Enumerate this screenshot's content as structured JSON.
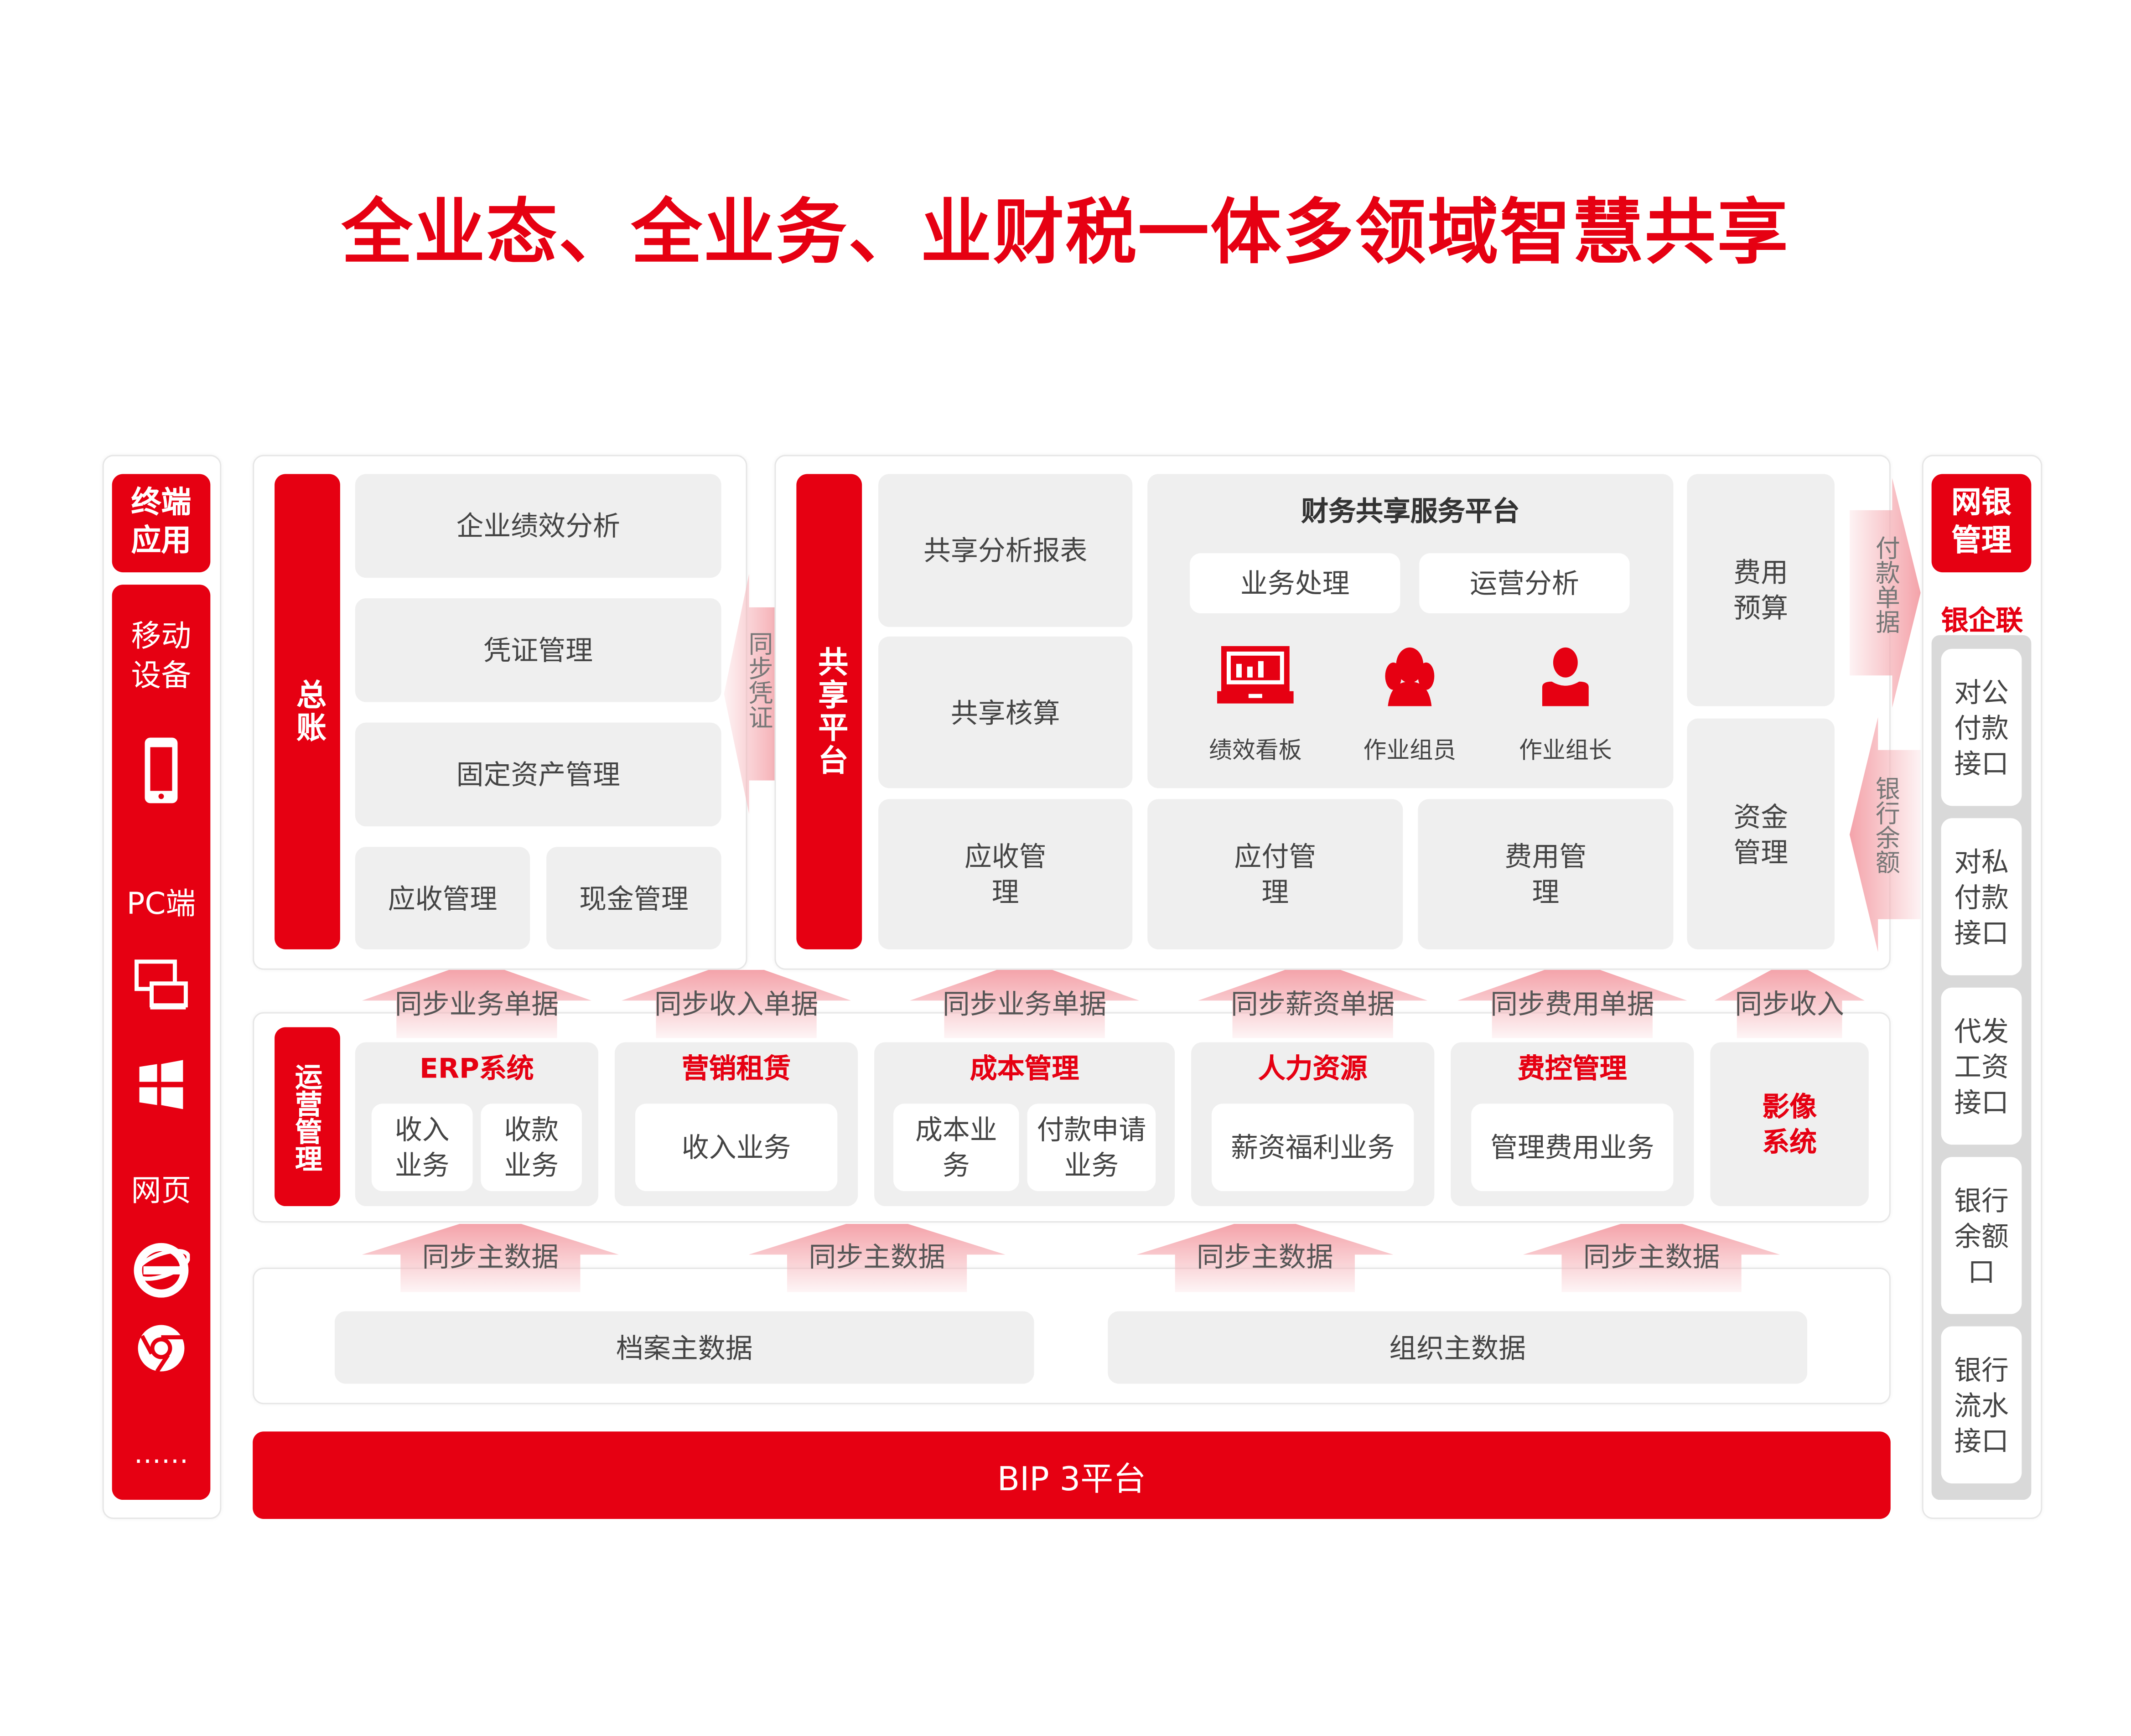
{
  "title": "全业态、全业务、业财税一体多领域智慧共享",
  "terminal": {
    "header": "终端应用",
    "items": [
      {
        "label": "移动设备",
        "icon": "smartphone-icon"
      },
      {
        "label": "PC端",
        "icon": "desktop-icon"
      },
      {
        "label": "网页",
        "icon": "ie-browser-icon"
      }
    ],
    "more": "……"
  },
  "ledger": {
    "label": "总账",
    "items": [
      "企业绩效分析",
      "凭证管理",
      "固定资产管理",
      "应收管理",
      "现金管理"
    ],
    "sync_arrow": "同步凭证"
  },
  "shared": {
    "label": "共享平台",
    "col1": [
      "共享分析报表",
      "共享核算",
      "应收管理"
    ],
    "platform": {
      "title": "财务共享服务平台",
      "tabs": [
        "业务处理",
        "运营分析"
      ],
      "roles": [
        "绩效看板",
        "作业组员",
        "作业组长"
      ]
    },
    "bottom": [
      "应付管理",
      "费用管理"
    ],
    "right": [
      "费用预算",
      "资金管理"
    ],
    "arrow_out": "付款单据",
    "arrow_in": "银行余额"
  },
  "bank": {
    "header": "网银管理",
    "subheader": "银企联",
    "items": [
      "对公付款接口",
      "对私付款接口",
      "代发工资接口",
      "银行余额口",
      "银行流水接口"
    ]
  },
  "ops": {
    "label": "运营管理",
    "sync": [
      "同步业务单据",
      "同步收入单据",
      "同步业务单据",
      "同步薪资单据",
      "同步费用单据",
      "同步收入"
    ],
    "modules": [
      {
        "title": "ERP系统",
        "items": [
          "收入业务",
          "收款业务"
        ]
      },
      {
        "title": "营销租赁",
        "items": [
          "收入业务"
        ]
      },
      {
        "title": "成本管理",
        "items": [
          "成本业务",
          "付款申请业务"
        ]
      },
      {
        "title": "人力资源",
        "items": [
          "薪资福利业务"
        ]
      },
      {
        "title": "费控管理",
        "items": [
          "管理费用业务"
        ]
      },
      {
        "title": "影像系统",
        "items": []
      }
    ]
  },
  "master": {
    "sync": [
      "同步主数据",
      "同步主数据",
      "同步主数据",
      "同步主数据"
    ],
    "items": [
      "档案主数据",
      "组织主数据"
    ]
  },
  "platform_bar": "BIP 3平台",
  "colors": {
    "accent": "#e60012",
    "box": "#efefef"
  }
}
